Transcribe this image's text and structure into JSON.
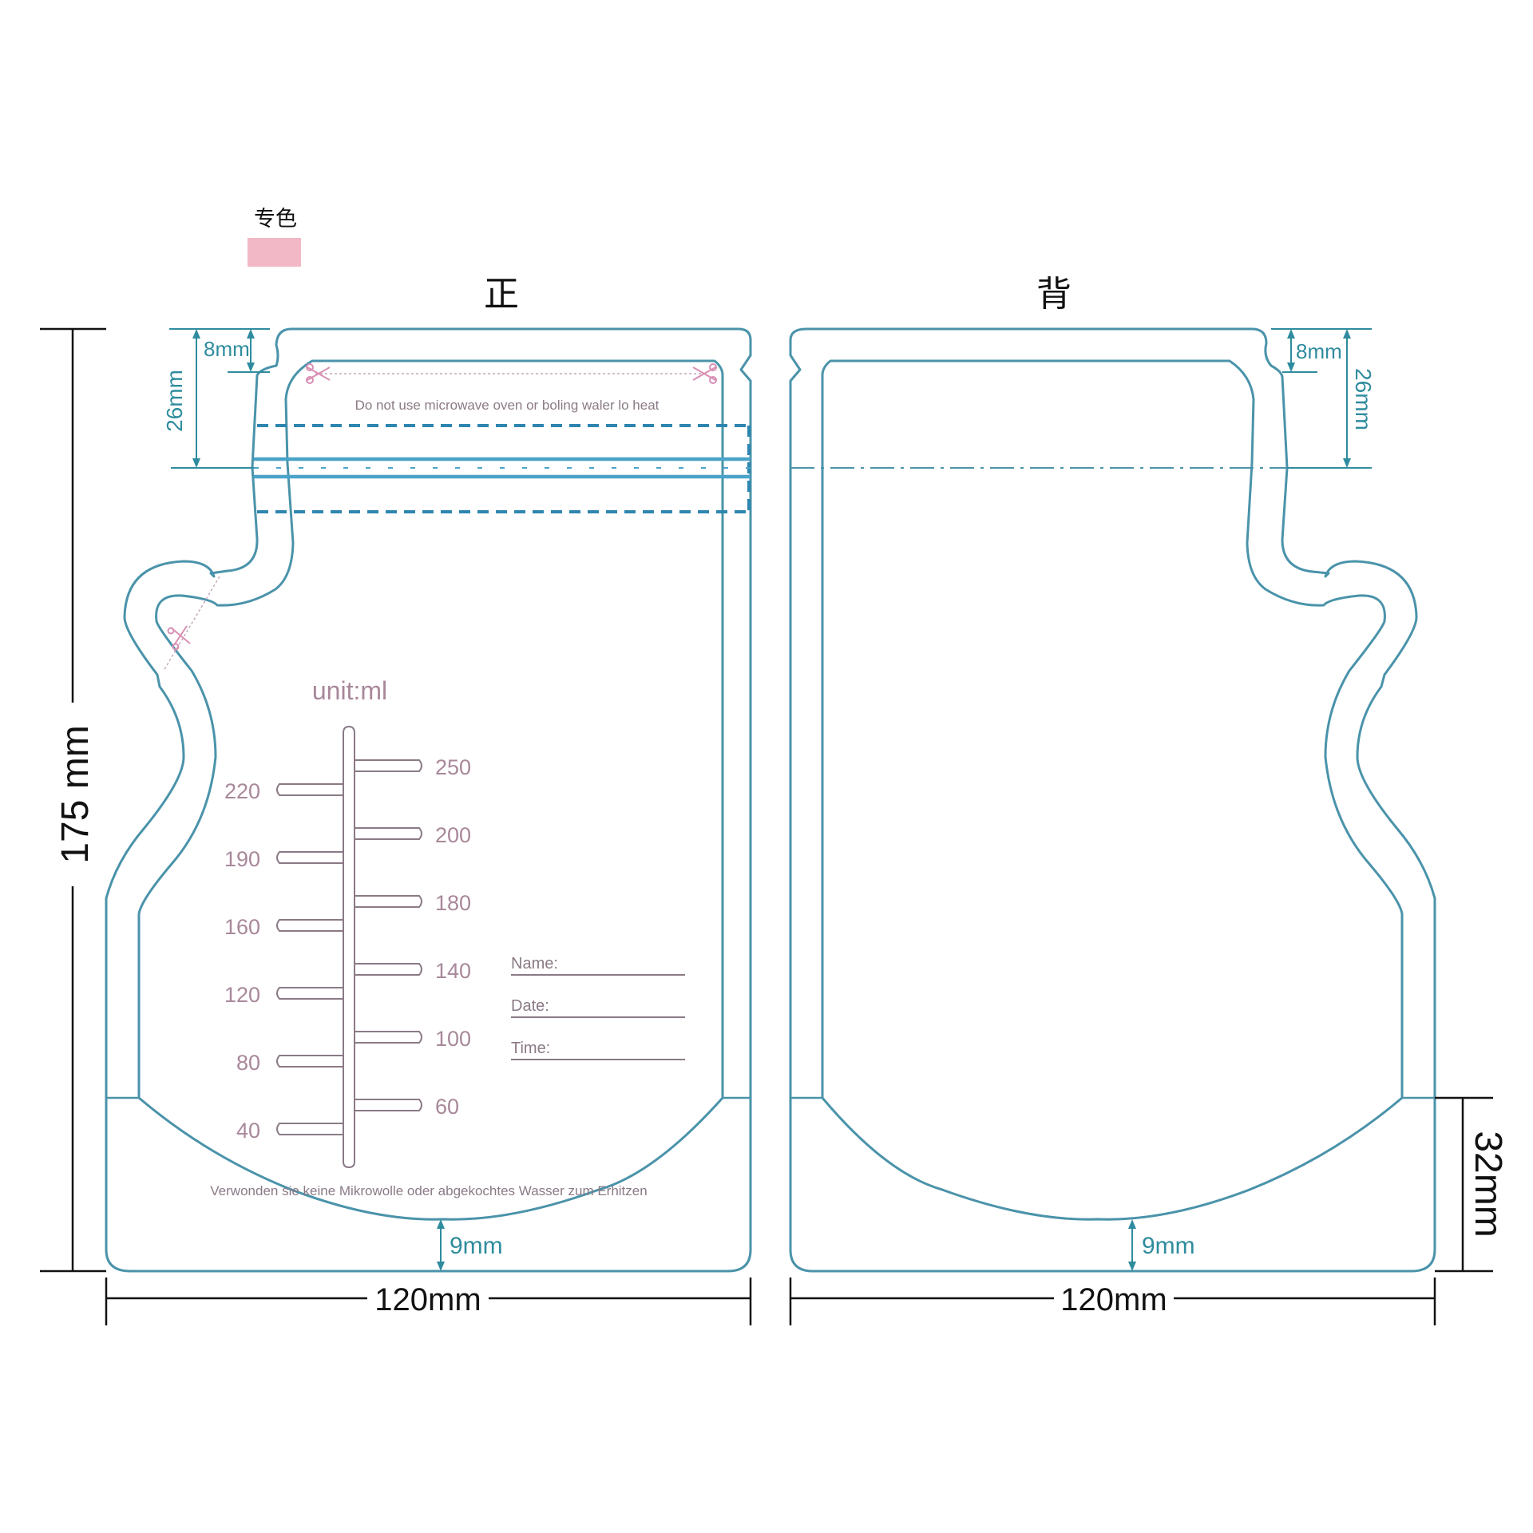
{
  "legend": {
    "label": "专色",
    "swatch_color": "#f2b8c6"
  },
  "front": {
    "title": "正",
    "warning_top": "Do not use microwave oven or boling waler lo heat",
    "unit": "unit:ml",
    "scale_right": [
      "250",
      "200",
      "180",
      "140",
      "100",
      "60"
    ],
    "scale_left": [
      "220",
      "190",
      "160",
      "120",
      "80",
      "40"
    ],
    "fields": [
      "Name:",
      "Date:",
      "Time:"
    ],
    "warning_bottom": "Verwonden sie keine Mikrowolle oder abgekochtes Wasser zum Erhitzen",
    "dim_top_8": "8mm",
    "dim_top_26": "26mm",
    "dim_bottom_9": "9mm",
    "dim_width": "120mm",
    "dim_height": "175 mm"
  },
  "back": {
    "title": "背",
    "dim_top_8": "8mm",
    "dim_top_26": "26mm",
    "dim_bottom_9": "9mm",
    "dim_width": "120mm",
    "dim_gusset": "32mm"
  },
  "colors": {
    "outline": "#4a93aa",
    "zipper": "#4aa3c8",
    "dimension_teal": "#2f8c9e",
    "print_text": "#8a7a86",
    "tear_marks": "#d98fb5"
  }
}
